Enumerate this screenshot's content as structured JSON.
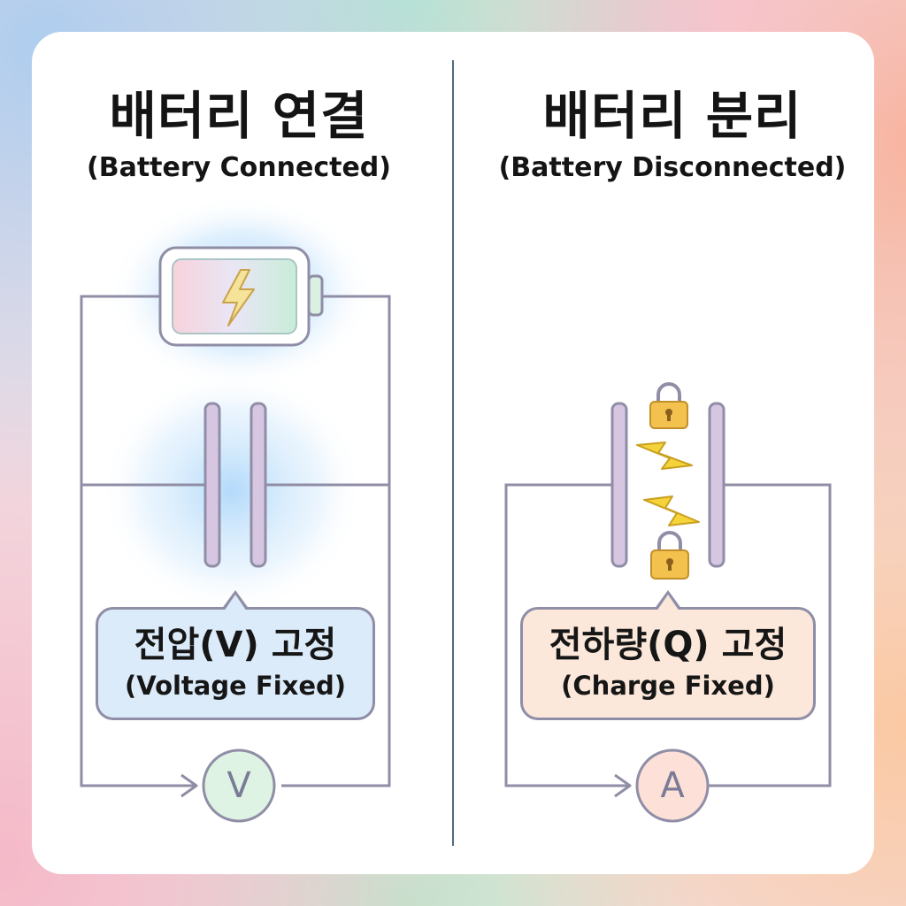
{
  "left_panel": {
    "title": "배터리 연결",
    "subtitle": "(Battery Connected)",
    "callout_title": "전압(V) 고정",
    "callout_subtitle": "(Voltage Fixed)",
    "meter_label": "V",
    "battery_icon": "lightning-bolt-icon"
  },
  "right_panel": {
    "title": "배터리 분리",
    "subtitle": "(Battery Disconnected)",
    "callout_title": "전하량(Q) 고정",
    "callout_subtitle": "(Charge Fixed)",
    "meter_label": "A",
    "icons": [
      "padlock-icon",
      "lightning-bolt-icon"
    ]
  },
  "colors": {
    "wire": "#8f8ea6",
    "divider": "#4f6b7f",
    "battery_glow": "#9fd0f7",
    "plate": "#d7c6e2",
    "voltmeter_fill": "#dff3e4",
    "ammeter_fill": "#fde1d8",
    "voltage_callout": "#dcebfa",
    "charge_callout": "#fbe8da",
    "lock": "#f2c14e",
    "spark": "#f5d33a"
  }
}
